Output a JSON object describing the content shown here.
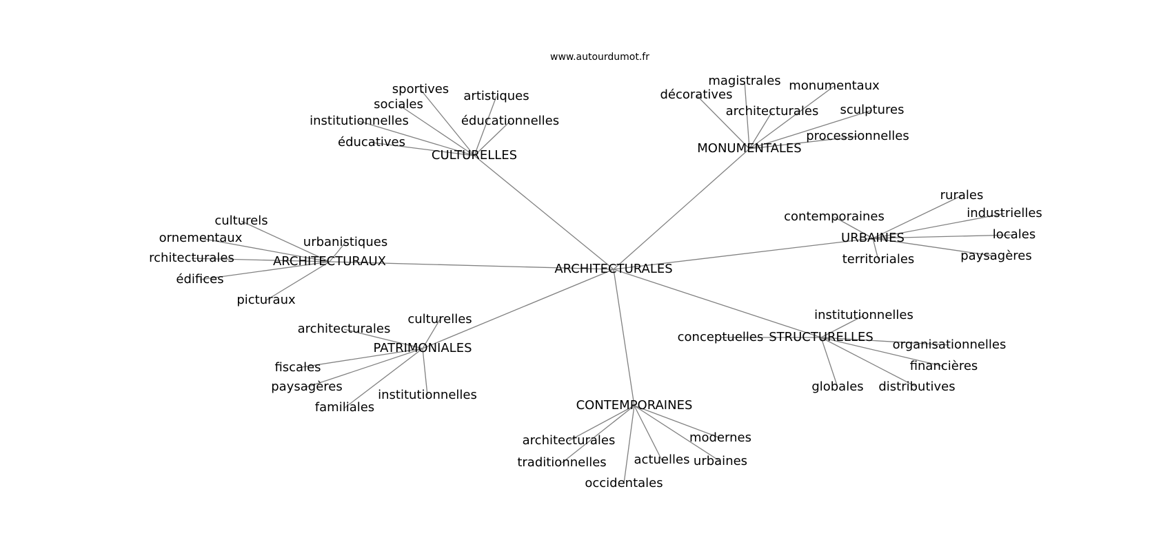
{
  "title": "www.autourdumot.fr",
  "center": "ARCHITECTURALES",
  "edge_color": "#808080",
  "clusters": [
    {
      "hub": "CULTURELLES",
      "leaves": [
        "sportives",
        "artistiques",
        "sociales",
        "institutionnelles",
        "éducationnelles",
        "éducatives"
      ]
    },
    {
      "hub": "MONUMENTALES",
      "leaves": [
        "décoratives",
        "magistrales",
        "monumentaux",
        "architecturales",
        "sculptures",
        "processionnelles"
      ]
    },
    {
      "hub": "URBAINES",
      "leaves": [
        "contemporaines",
        "rurales",
        "industrielles",
        "locales",
        "paysagères",
        "territoriales"
      ]
    },
    {
      "hub": "ARCHITECTURAUX",
      "leaves": [
        "culturels",
        "ornementaux",
        "rchitecturales",
        "édifices",
        "urbanistiques",
        "picturaux"
      ]
    },
    {
      "hub": "PATRIMONIALES",
      "leaves": [
        "culturelles",
        "architecturales",
        "fiscales",
        "paysagères",
        "familiales",
        "institutionnelles"
      ]
    },
    {
      "hub": "CONTEMPORAINES",
      "leaves": [
        "architecturales",
        "traditionnelles",
        "occidentales",
        "actuelles",
        "urbaines",
        "modernes"
      ]
    },
    {
      "hub": "STRUCTURELLES",
      "leaves": [
        "conceptuelles",
        "institutionnelles",
        "organisationnelles",
        "financières",
        "distributives",
        "globales"
      ]
    }
  ]
}
